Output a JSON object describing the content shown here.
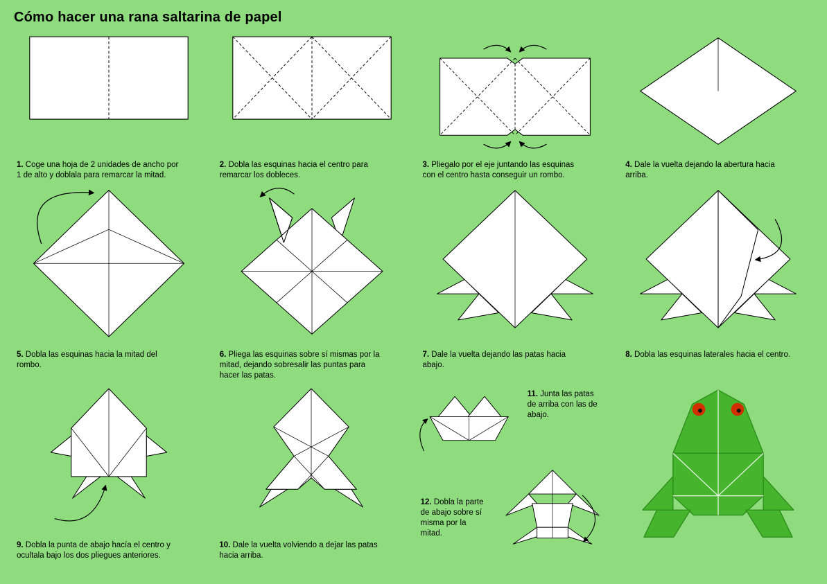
{
  "page": {
    "title": "Cómo hacer una rana saltarina de papel"
  },
  "colors": {
    "background": "#8edc7e",
    "paper": "#ffffff",
    "line": "#000000",
    "frog_green": "#46b42c",
    "frog_outline": "#2e8f1c",
    "eye_red": "#d23000"
  },
  "steps": [
    {
      "num": "1.",
      "text": "Coge una hoja de 2 unidades de ancho por 1 de alto y doblala para remarcar la mitad."
    },
    {
      "num": "2.",
      "text": "Dobla las esquinas hacia el centro para remarcar los dobleces."
    },
    {
      "num": "3.",
      "text": "Pliegalo por el eje juntando las esquinas con el centro hasta conseguir un rombo."
    },
    {
      "num": "4.",
      "text": "Dale la vuelta dejando la abertura hacia arriba."
    },
    {
      "num": "5.",
      "text": "Dobla las esquinas hacia la mitad del rombo."
    },
    {
      "num": "6.",
      "text": "Pliega las esquinas sobre sí mismas por la mitad, dejando sobresalir las puntas para hacer las patas."
    },
    {
      "num": "7.",
      "text": "Dale la vuelta dejando las patas hacia abajo."
    },
    {
      "num": "8.",
      "text": "Dobla las esquinas laterales hacia el centro."
    },
    {
      "num": "9.",
      "text": "Dobla la punta de abajo hacía el centro y ocultala bajo los dos pliegues anteriores."
    },
    {
      "num": "10.",
      "text": "Dale la vuelta volviendo a dejar las patas hacia arriba."
    },
    {
      "num": "11.",
      "text": "Junta las patas de arriba con las de abajo."
    },
    {
      "num": "12.",
      "text": "Dobla la parte de abajo sobre sí misma por la mitad."
    }
  ]
}
